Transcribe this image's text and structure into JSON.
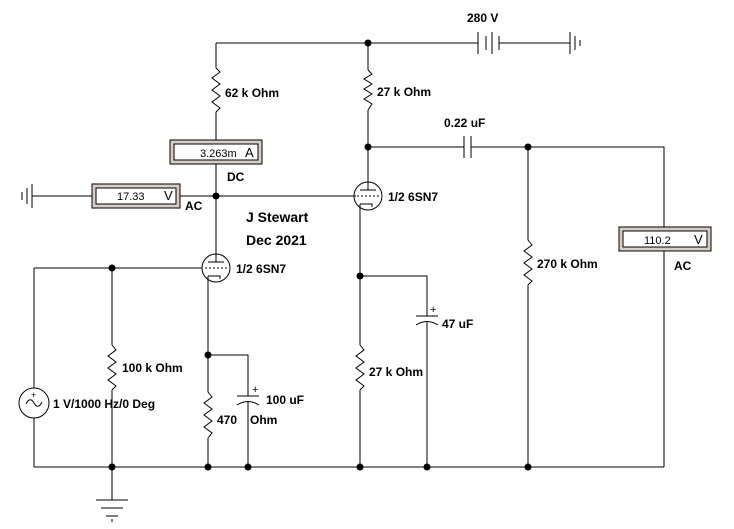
{
  "supply": {
    "voltage_label": "280 V"
  },
  "author": {
    "name": "J Stewart",
    "date": "Dec 2021"
  },
  "components": {
    "r_plate1": "62 k Ohm",
    "r_plate2": "27 k Ohm",
    "r_cathode2": "27 k Ohm",
    "r_grid": "100 k Ohm",
    "r_cathode1_a": "470",
    "r_cathode1_b": "Ohm",
    "r_load": "270 k Ohm",
    "c_coupling": "0.22 uF",
    "c_cathode2": "47 uF",
    "c_cathode1": "100 uF",
    "tube1": "1/2 6SN7",
    "tube2": "1/2 6SN7",
    "source": "1 V/1000 Hz/0 Deg"
  },
  "meters": {
    "plate_current": {
      "value": "3.263m",
      "unit": "A",
      "mode": "DC"
    },
    "plate_voltage": {
      "value": "17.33",
      "unit": "V",
      "mode": "AC"
    },
    "output_voltage": {
      "value": "110.2",
      "unit": "V",
      "mode": "AC"
    }
  }
}
